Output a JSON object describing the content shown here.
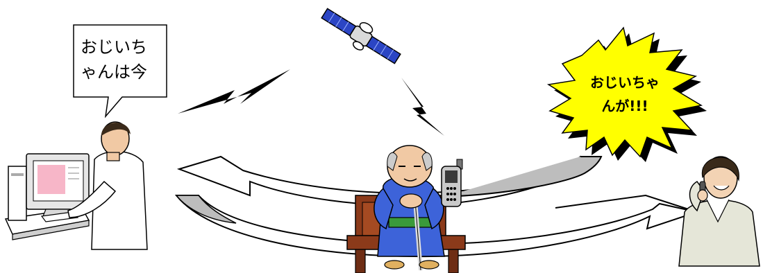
{
  "speech_bubble": {
    "line1": "おじいち",
    "line2": "ゃんは今"
  },
  "alert_burst": {
    "line1": "おじいちゃ",
    "line2": "んが!!!"
  },
  "colors": {
    "burst_fill": "#FFFF00",
    "arrow_fill": "#FFFFFF",
    "arrow_shade": "#BDBDBD",
    "kimono": "#3D63D9",
    "bench": "#8B3A1A",
    "screen": "#F7B6C8",
    "signal_bolt": "#000000"
  },
  "icons": [
    "satellite-icon",
    "signal-bolt-icon",
    "computer-icon",
    "mobile-phone-icon"
  ]
}
